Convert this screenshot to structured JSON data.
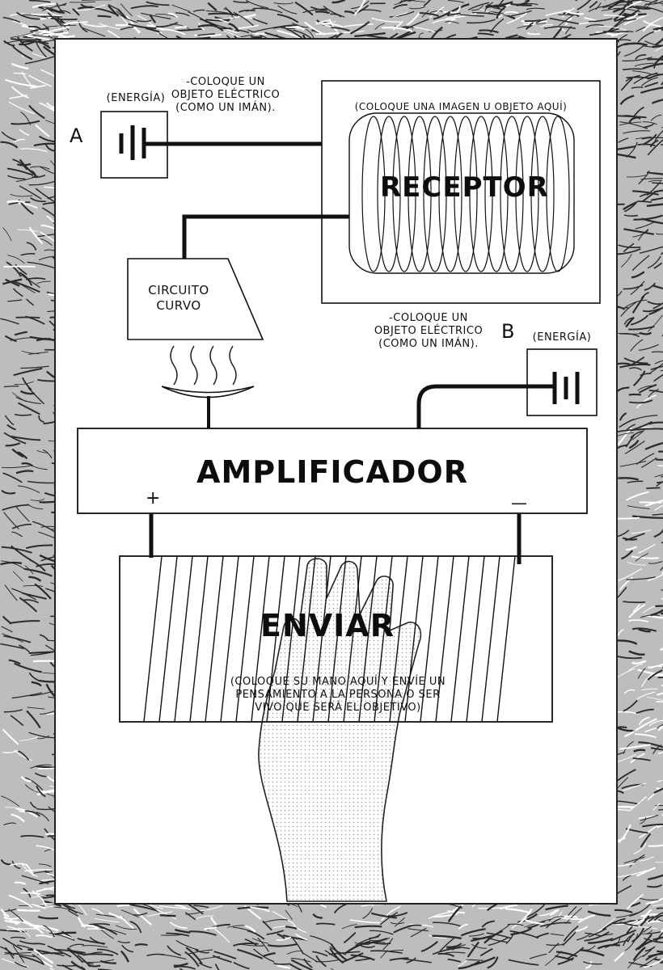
{
  "diagram": {
    "energy_a": {
      "letter": "A",
      "label": "(ENERGÍA)",
      "note": "-COLOQUE UN\nOBJETO ELÉCTRICO\n(COMO UN IMÁN)."
    },
    "receptor": {
      "title": "RECEPTOR",
      "note": "(COLOQUE UNA IMAGEN U OBJETO AQUÍ)"
    },
    "circuit": {
      "label": "CIRCUITO\nCURVO"
    },
    "energy_b": {
      "letter": "B",
      "label": "(ENERGÍA)",
      "note": "-COLOQUE UN\nOBJETO ELÉCTRICO\n(COMO UN IMÁN)."
    },
    "amplifier": {
      "title": "AMPLIFICADOR",
      "plus": "+",
      "minus": "—"
    },
    "sender": {
      "title": "ENVIAR",
      "note": "(COLOQUE SU MANO AQUÍ Y ENVÍE UN\nPENSAMIENTO A LA PERSONA O SER\nVIVO QUE SERÁ EL OBJETIVO)"
    }
  },
  "colors": {
    "ink": "#111111",
    "paper": "#ffffff",
    "screentone": "#cfcfcf",
    "fur": "#2a2a2a"
  }
}
